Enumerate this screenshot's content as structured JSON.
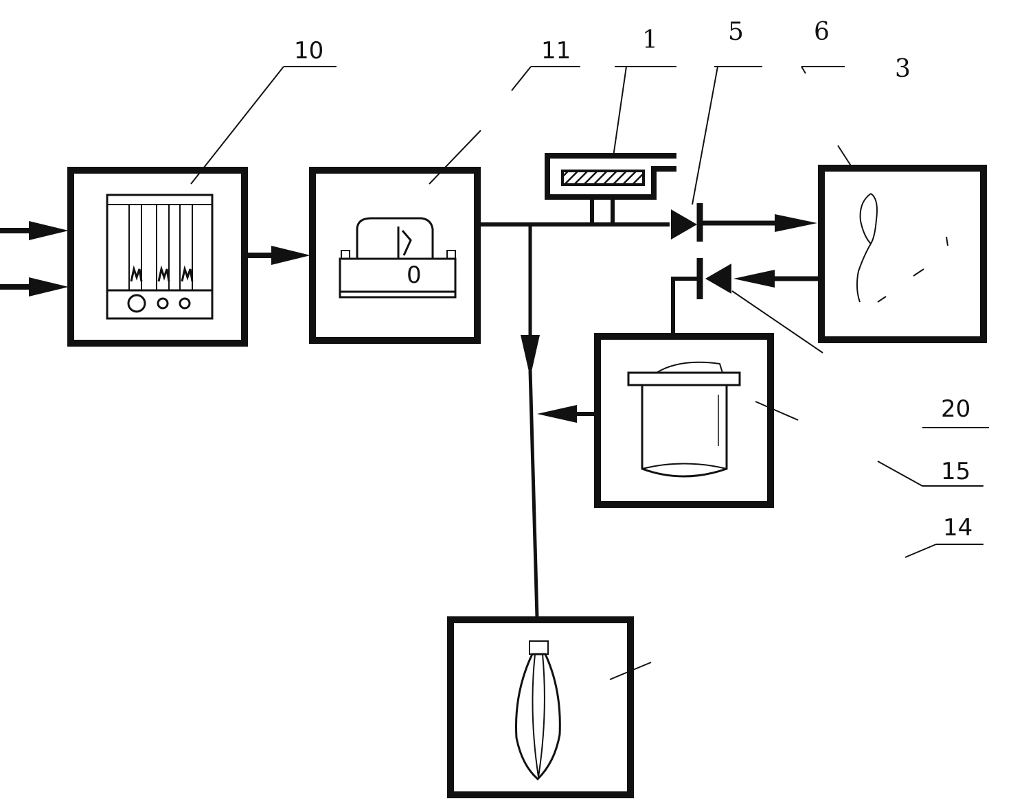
{
  "colors": {
    "ink": "#111111",
    "paper": "#ffffff"
  },
  "labels": {
    "l10": "10",
    "l11": "11",
    "l1": "1",
    "l5": "5",
    "l6": "6",
    "l3": "3",
    "l20": "20",
    "l15": "15",
    "l14": "14",
    "flowmeter_digit": "0"
  },
  "components": [
    {
      "ref": "10",
      "icon": "gas-flowmeter-panel-icon"
    },
    {
      "ref": "11",
      "icon": "vaporizer-icon"
    },
    {
      "ref": "1",
      "icon": "pressure-relief-valve-icon"
    },
    {
      "ref": "5",
      "icon": "inspiratory-check-valve-icon"
    },
    {
      "ref": "6",
      "icon": "expiratory-check-valve-icon"
    },
    {
      "ref": "3",
      "icon": "patient-lungs-icon"
    },
    {
      "ref": "20",
      "icon": "absorber-canister-icon"
    },
    {
      "ref": "14",
      "icon": "reservoir-bag-icon"
    }
  ]
}
